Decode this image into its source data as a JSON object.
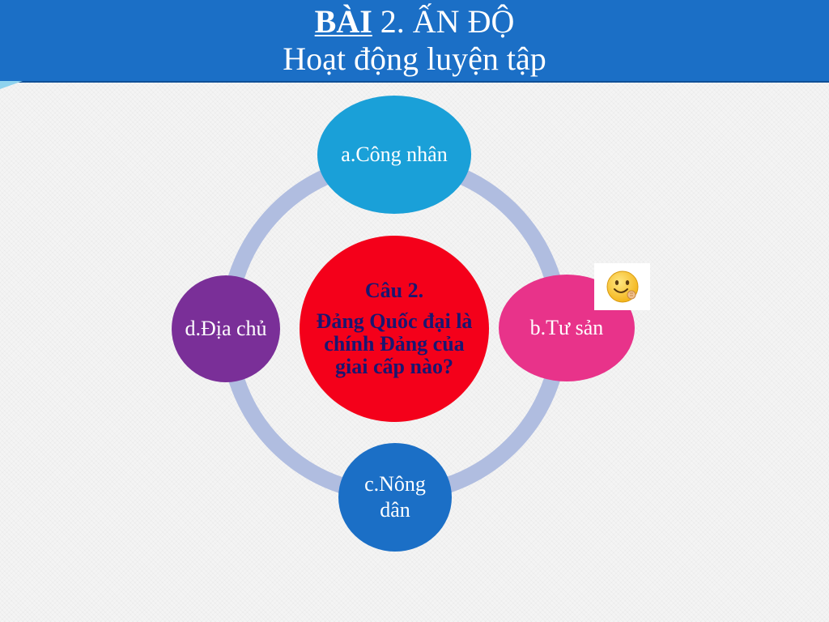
{
  "header": {
    "title_part1": "BÀI",
    "title_part2": " 2. ẤN   ĐỘ",
    "subtitle": "Hoạt động luyện tập"
  },
  "diagram": {
    "center": {
      "question_number": "Câu 2.",
      "question_text": "Đảng Quốc đại là chính Đảng của giai cấp nào?"
    },
    "options": {
      "a": "a.Công nhân",
      "b": "b.Tư sản",
      "c": "c.Nông dân",
      "d": "d.Địa chủ"
    },
    "correct_marker": "smiley-face-icon"
  },
  "colors": {
    "header_bg": "#1b6fc6",
    "ring": "#b0bde0",
    "node_a": "#1aa0d8",
    "node_b": "#e8338a",
    "node_c": "#1b6fc6",
    "node_d": "#7a2f98",
    "center": "#f4001a",
    "center_text": "#1a1670"
  }
}
